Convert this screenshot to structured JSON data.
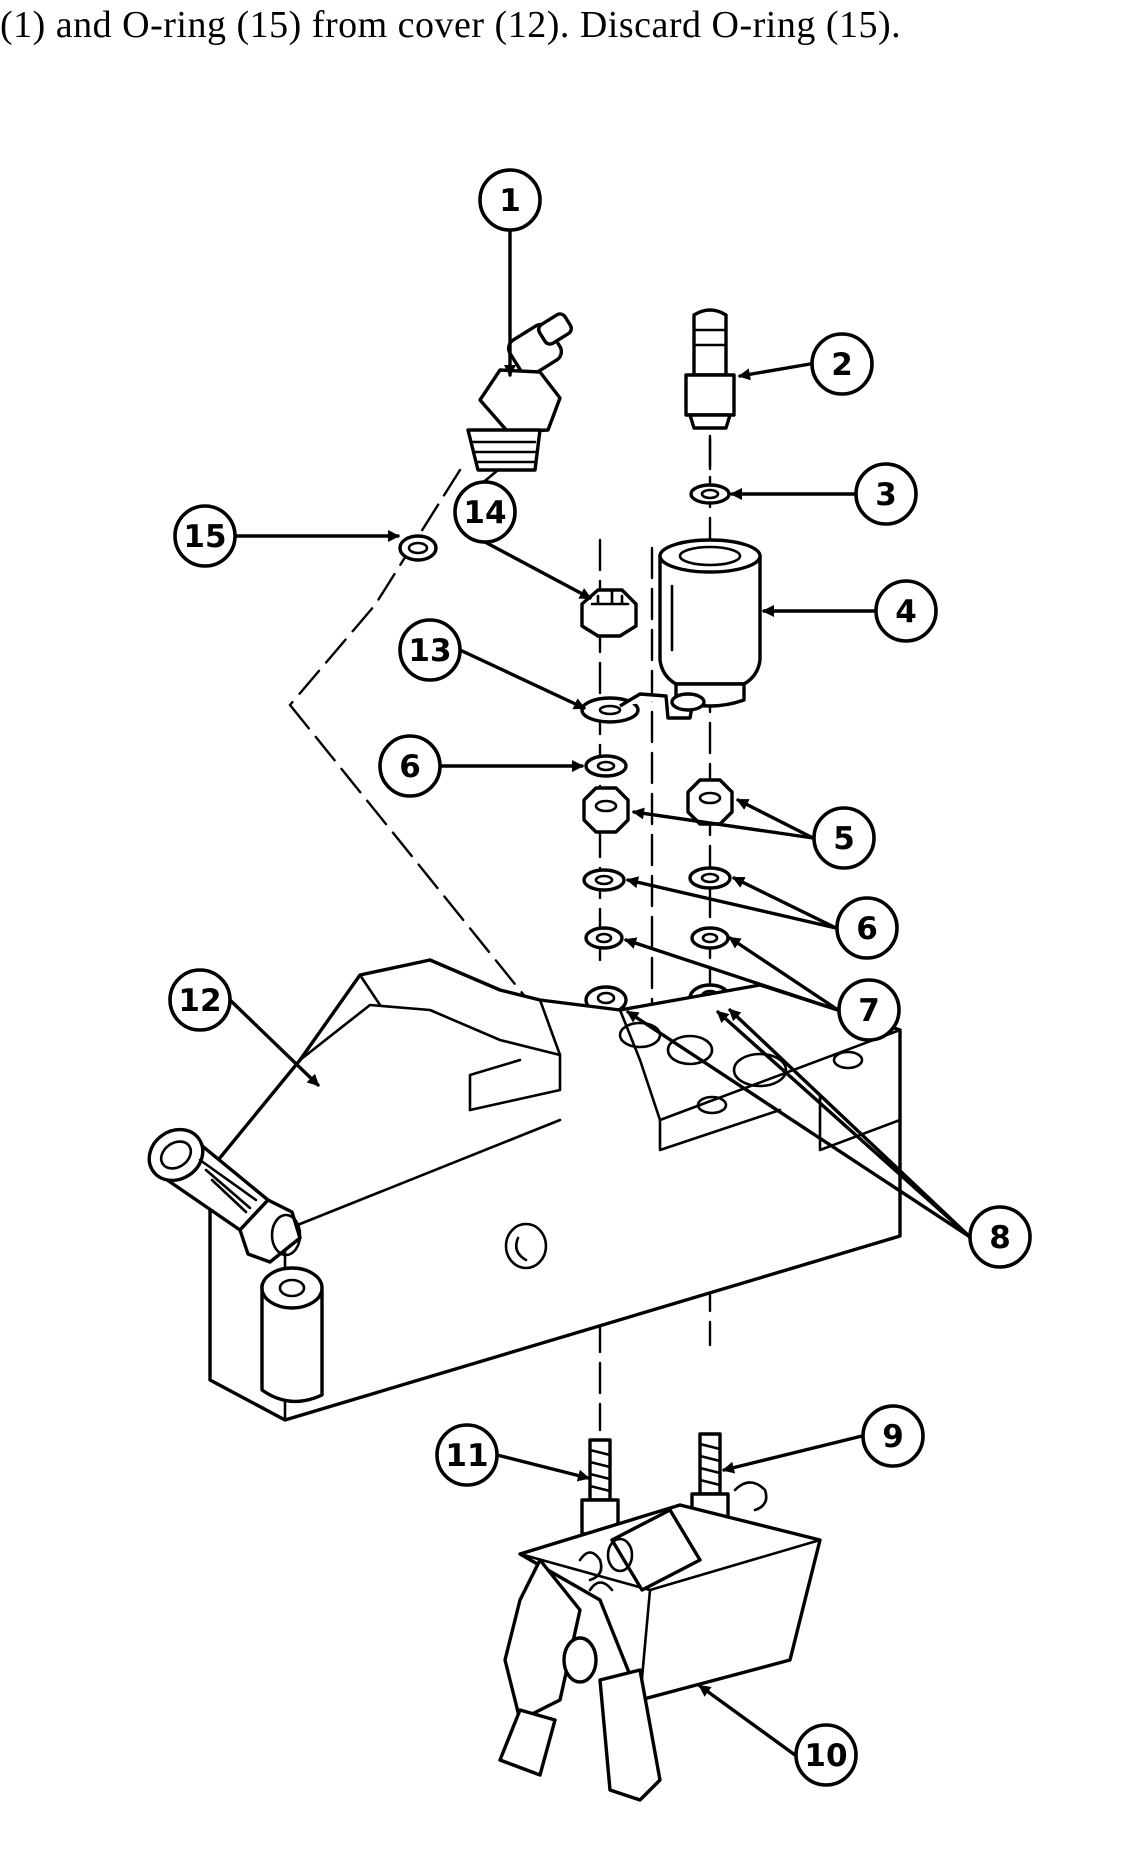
{
  "header": {
    "instruction_text": "(1) and O-ring (15) from cover (12). Discard O-ring (15)."
  },
  "callouts": {
    "c1": "1",
    "c2": "2",
    "c3": "3",
    "c4": "4",
    "c5": "5",
    "c6a": "6",
    "c6b": "6",
    "c7": "7",
    "c8": "8",
    "c9": "9",
    "c10": "10",
    "c11": "11",
    "c12": "12",
    "c13": "13",
    "c14": "14",
    "c15": "15"
  }
}
